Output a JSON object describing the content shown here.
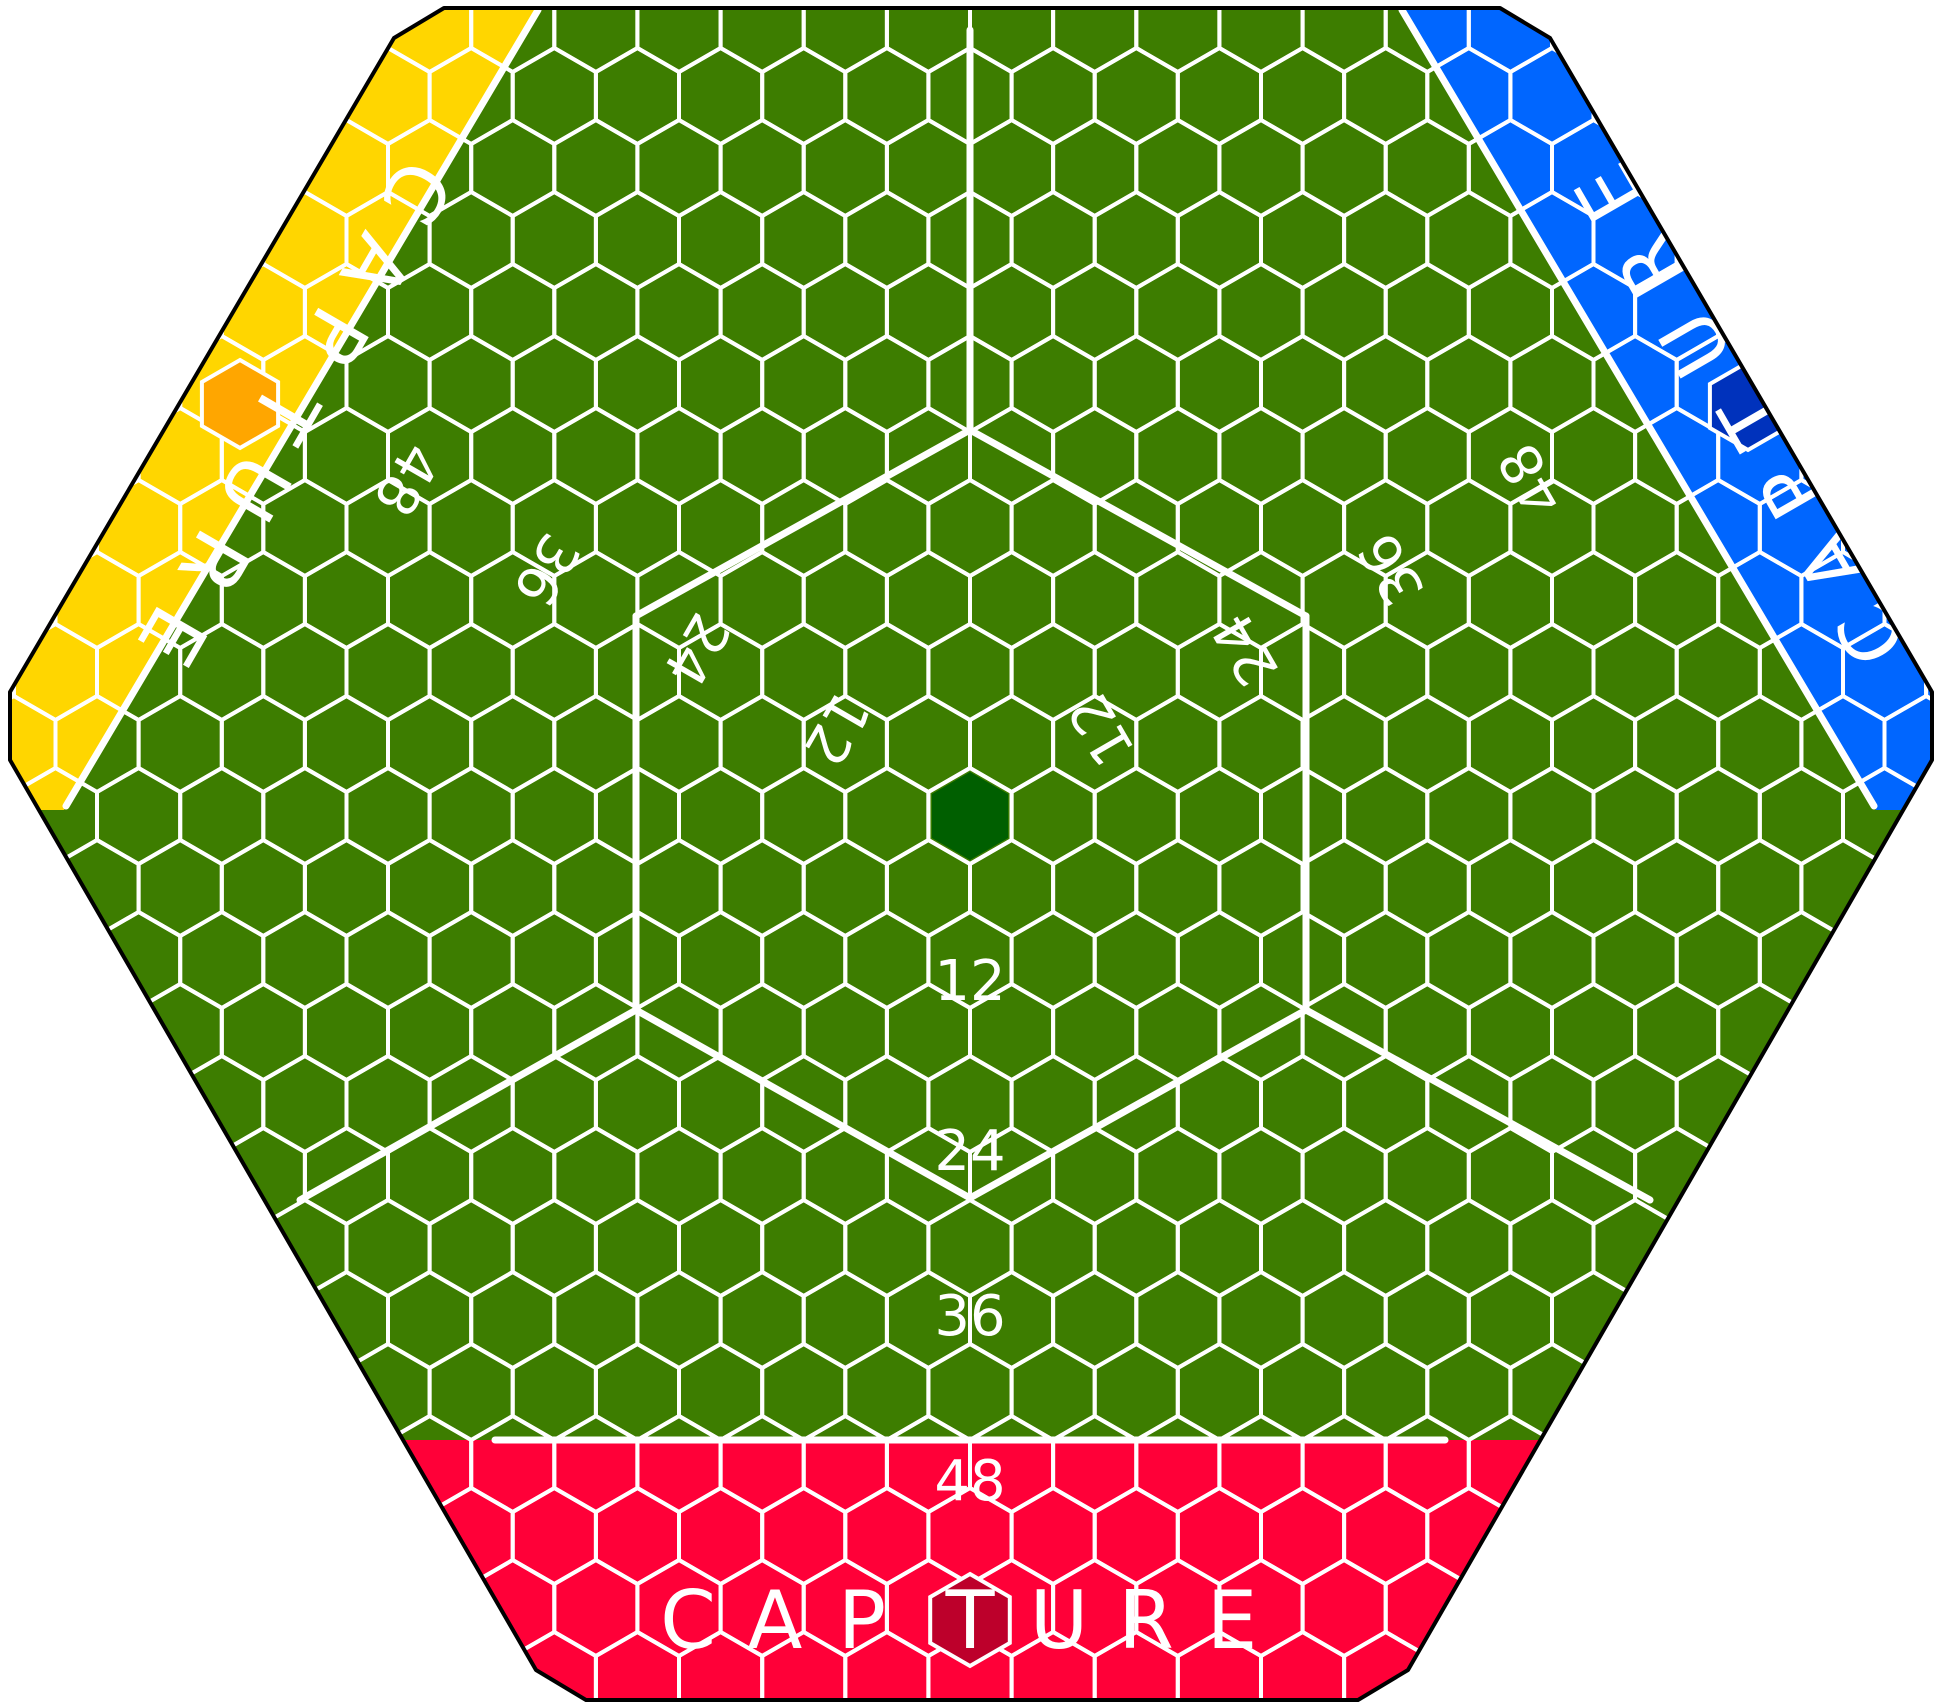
{
  "board": {
    "colors": {
      "field": "#3d7d00",
      "center": "#005f00",
      "grid_line": "#ffffff",
      "outline": "#000000"
    },
    "capture_zones": [
      {
        "player": "red",
        "color": "#ff0038",
        "highlight": "#bd002b",
        "letters": [
          "C",
          "A",
          "P",
          "T",
          "U",
          "R",
          "E"
        ],
        "highlight_letter": 3
      },
      {
        "player": "yellow",
        "color": "#ffd600",
        "highlight": "#ffa600",
        "letters": [
          "C",
          "A",
          "P",
          "T",
          "U",
          "R",
          "E"
        ],
        "highlight_letter": 3
      },
      {
        "player": "blue",
        "color": "#0066ff",
        "highlight": "#0032bc",
        "letters": [
          "C",
          "A",
          "P",
          "T",
          "U",
          "R",
          "E"
        ],
        "highlight_letter": 3
      }
    ],
    "ring_labels": [
      "12",
      "24",
      "36",
      "48"
    ],
    "center_icon": "center-hex"
  }
}
